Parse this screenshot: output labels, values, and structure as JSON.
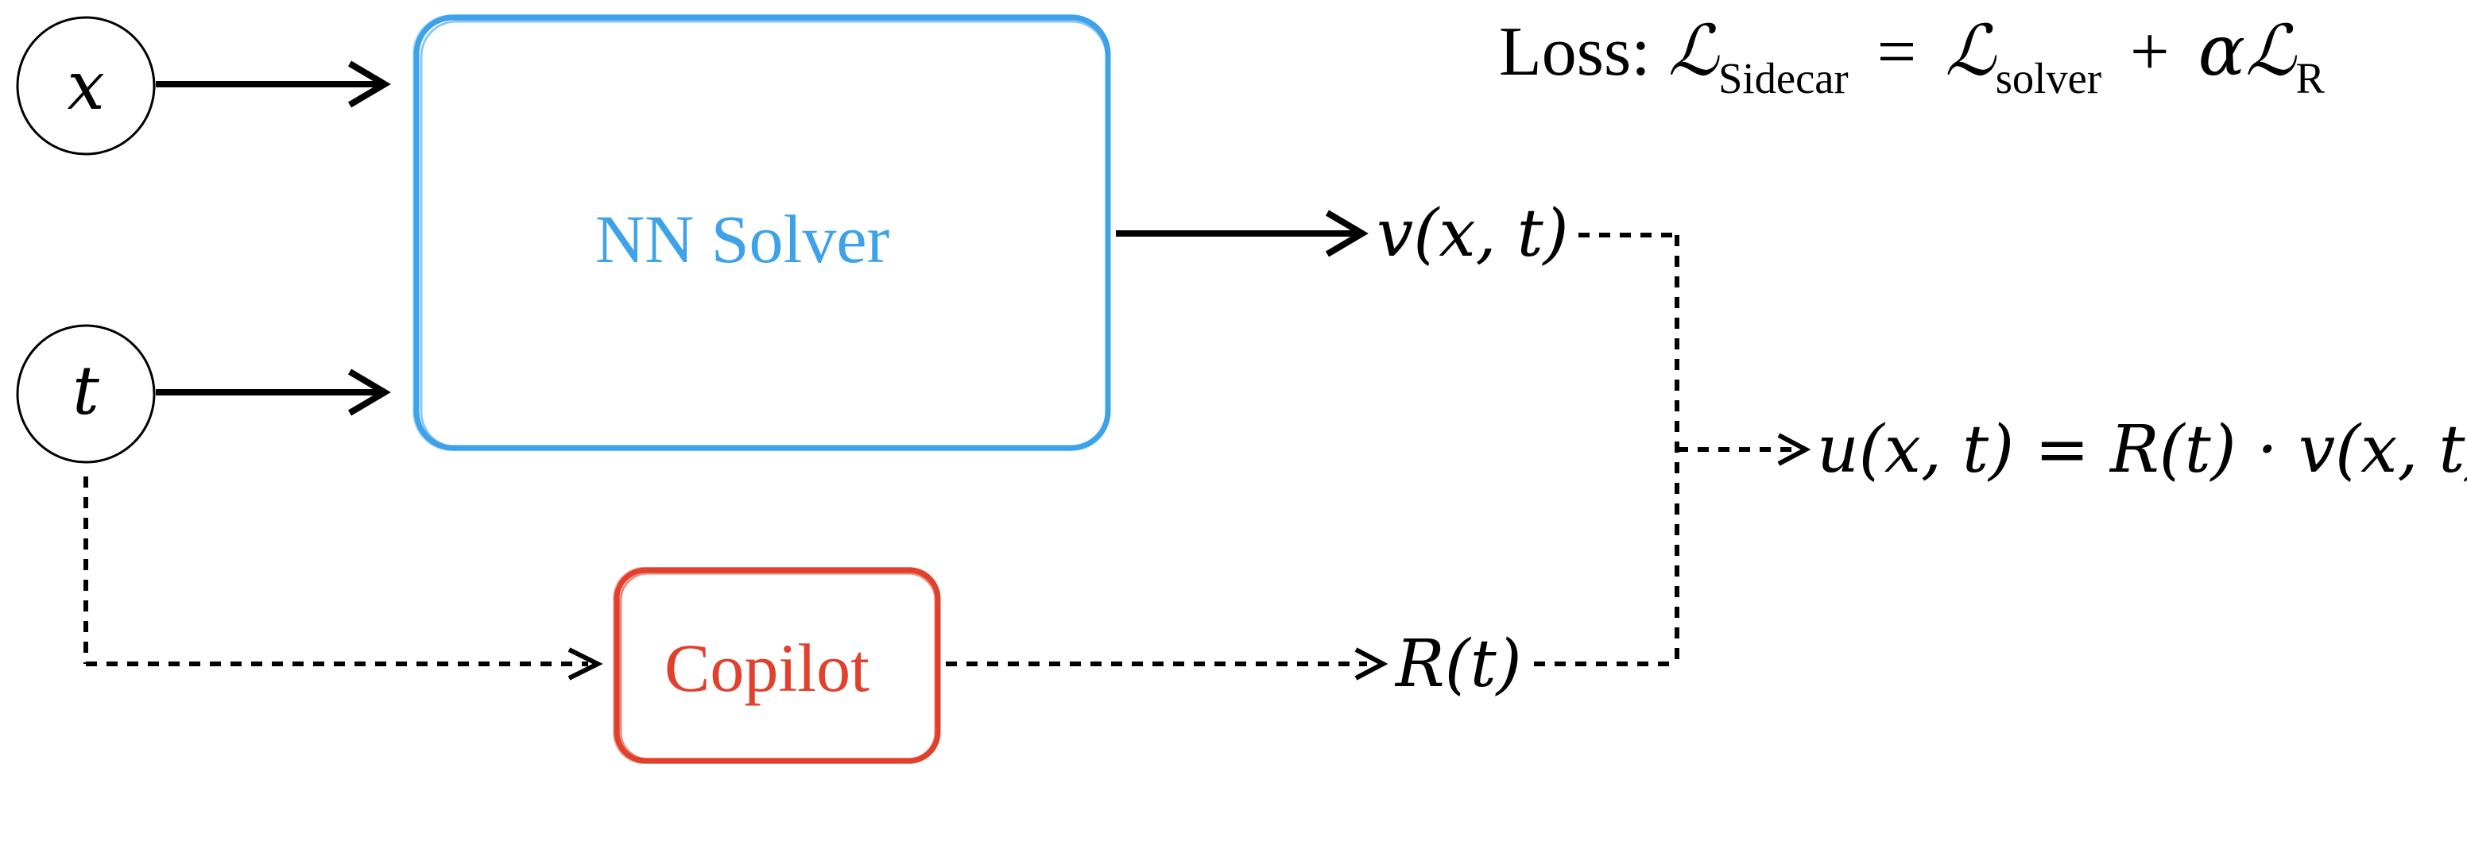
{
  "colors": {
    "solver": "#3da2ea",
    "copilot": "#e0402c",
    "ink": "#000000"
  },
  "inputs": {
    "x": "x",
    "t": "t"
  },
  "solver_label": "NN Solver",
  "copilot_label": "Copilot",
  "outputs": {
    "v": "v(x, t)",
    "r": "R(t)",
    "u": "u(x, t) = R(t) · v(x, t)"
  },
  "loss": {
    "prefix": "Loss:",
    "lhs_symbol": "ℒ",
    "lhs_sub": "Sidecar",
    "eq": "=",
    "solver_symbol": "ℒ",
    "solver_sub": "solver",
    "plus": "+",
    "alpha": "α",
    "r_symbol": "ℒ",
    "r_sub": "R"
  }
}
